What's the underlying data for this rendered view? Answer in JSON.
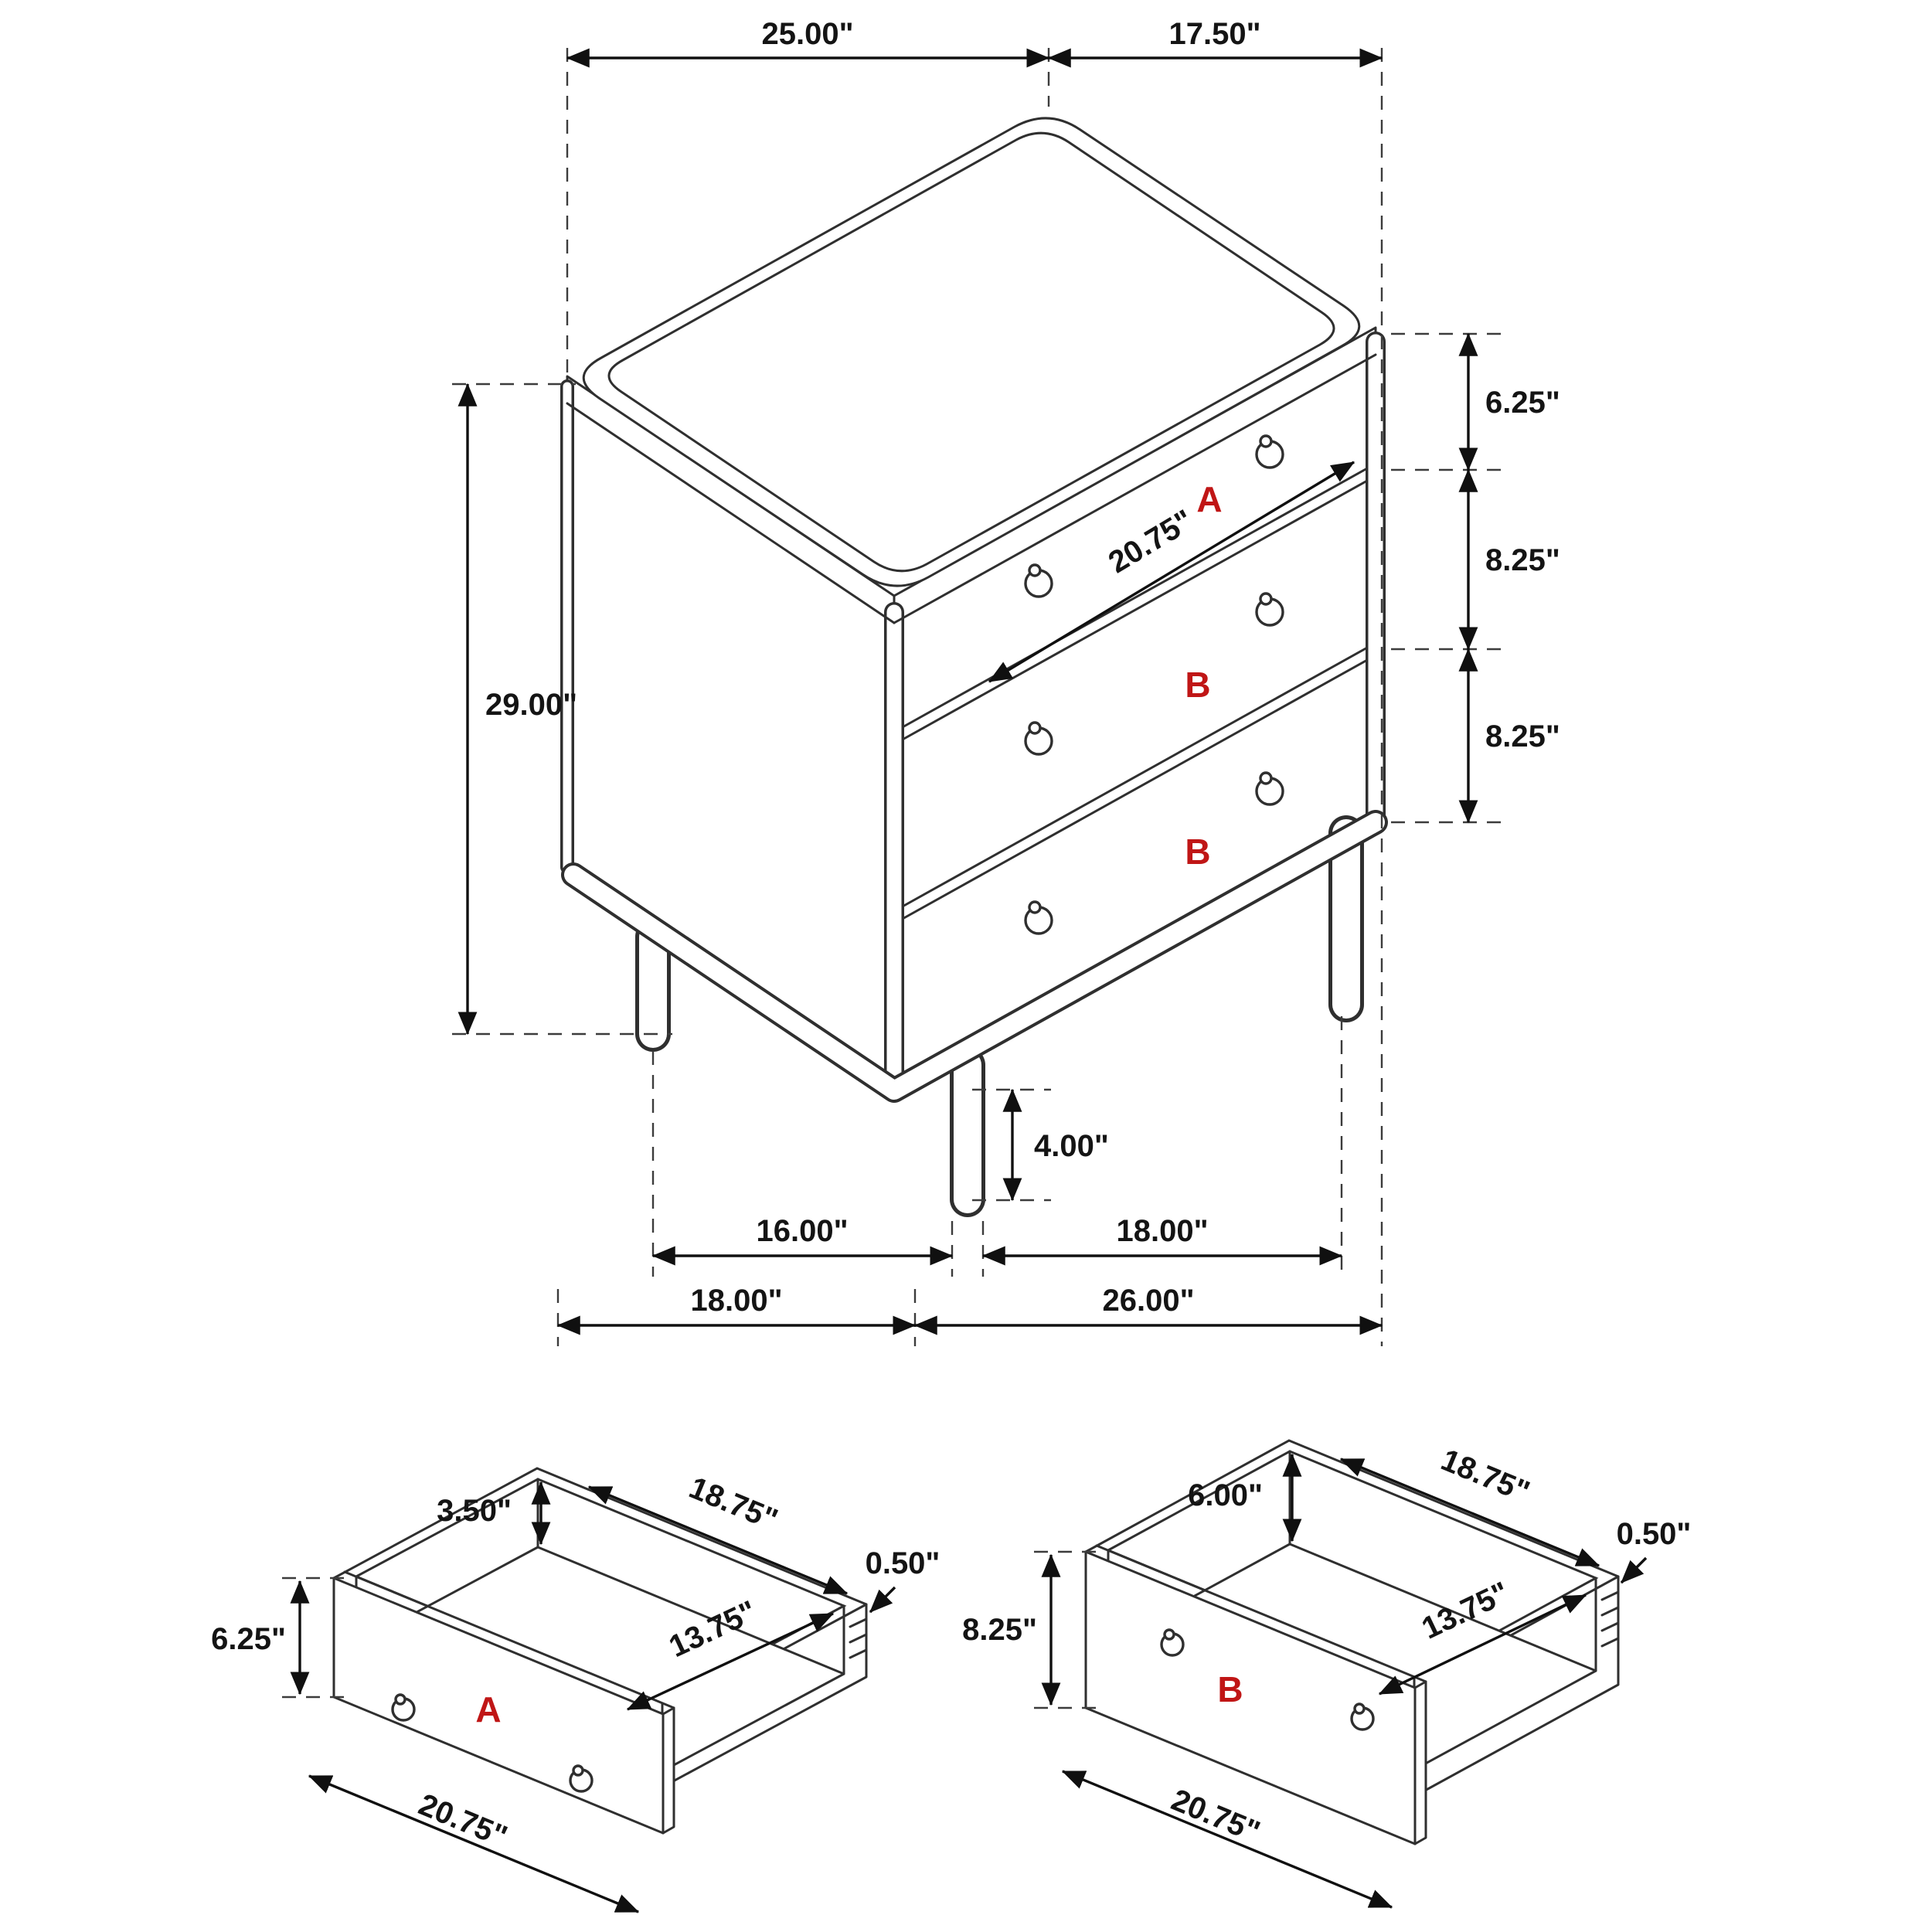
{
  "main_view": {
    "dims": {
      "top_width": "25.00\"",
      "top_depth": "17.50\"",
      "drawer_a_height": "6.25\"",
      "drawer_b1_height": "8.25\"",
      "drawer_b2_height": "8.25\"",
      "overall_height": "29.00\"",
      "drawer_front_width": "20.75\"",
      "leg_height": "4.00\"",
      "leg_spacing_depth": "16.00\"",
      "leg_spacing_width": "18.00\"",
      "overall_depth": "18.00\"",
      "overall_width": "26.00\""
    },
    "labels": {
      "drawer_a": "A",
      "drawer_b1": "B",
      "drawer_b2": "B"
    }
  },
  "drawer_a_view": {
    "label": "A",
    "dims": {
      "interior_height": "3.50\"",
      "interior_width": "18.75\"",
      "side_thickness": "0.50\"",
      "front_height": "6.25\"",
      "interior_depth": "13.75\"",
      "front_width": "20.75\""
    }
  },
  "drawer_b_view": {
    "label": "B",
    "dims": {
      "interior_height": "6.00\"",
      "interior_width": "18.75\"",
      "side_thickness": "0.50\"",
      "front_height": "8.25\"",
      "interior_depth": "13.75\"",
      "front_width": "20.75\""
    }
  }
}
